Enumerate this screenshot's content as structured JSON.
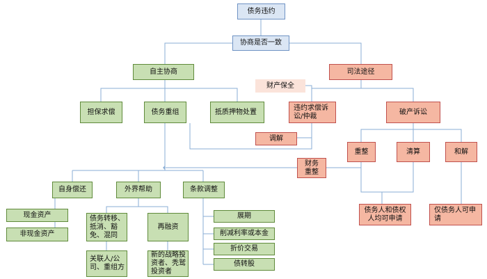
{
  "nodes": {
    "debt_default": "债务违约",
    "negotiation": "协商是否一致",
    "self_negotiation": "自主协商",
    "judicial": "司法途径",
    "property_preservation": "财产保全",
    "guarantee": "担保求偿",
    "debt_restructuring": "债务重组",
    "collateral": "抵质押物处置",
    "lawsuit_arbitration": "违约求偿诉讼/仲裁",
    "bankruptcy_lawsuit": "破产诉讼",
    "mediation": "调解",
    "reorganization": "重整",
    "liquidation": "清算",
    "settlement": "和解",
    "financial_restructuring": "财务重整",
    "self_repayment": "自身偿还",
    "external_help": "外界帮助",
    "term_adjustment": "条款调整",
    "cash_assets": "现金资产",
    "noncash_assets": "非现金资产",
    "debt_transfer": "债务转移、抵消、豁免、混同",
    "refinancing": "再融资",
    "extension": "展期",
    "reduce_rate": "削减利率或本金",
    "discount_trade": "折价交易",
    "debt_to_equity": "债转股",
    "related_party": "关联人/公司、重组方",
    "new_investors": "新的战略投资者、秃鹫投资者",
    "both_apply": "债务人和债权人均可申请",
    "debtor_only": "仅债务人可申请"
  },
  "colors": {
    "blue_fill": "#dbe6f4",
    "green_fill": "#c8dfb3",
    "orange_fill": "#f5b7a2",
    "connector": "#8aaed6"
  }
}
